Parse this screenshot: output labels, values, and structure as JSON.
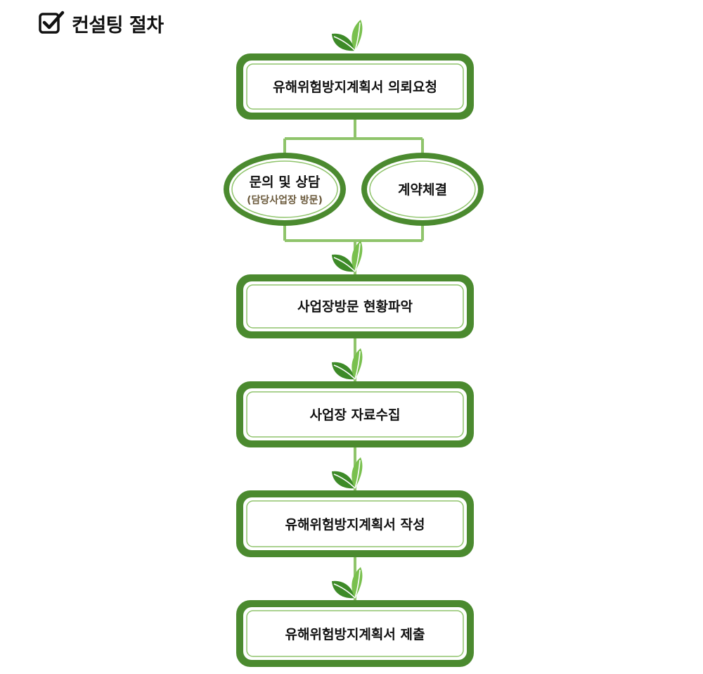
{
  "header": {
    "title": "컨설팅 절차",
    "icon": "checkbox-checked-icon"
  },
  "colors": {
    "dark_green": "#4b8a2f",
    "light_green": "#8fc46b",
    "leaf_dark": "#3d8a28",
    "leaf_light": "#79c04e",
    "sub_text": "#6b5a3c"
  },
  "steps": [
    {
      "label": "유해위험방지계획서 의뢰요청"
    },
    {
      "label": "사업장방문 현황파악"
    },
    {
      "label": "사업장 자료수집"
    },
    {
      "label": "유해위험방지계획서 작성"
    },
    {
      "label": "유해위험방지계획서 제출"
    }
  ],
  "branches": [
    {
      "label": "문의 및 상담",
      "sublabel": "(담당사업장 방문)"
    },
    {
      "label": "계약체결"
    }
  ],
  "connector_icon": "leaf-icon"
}
